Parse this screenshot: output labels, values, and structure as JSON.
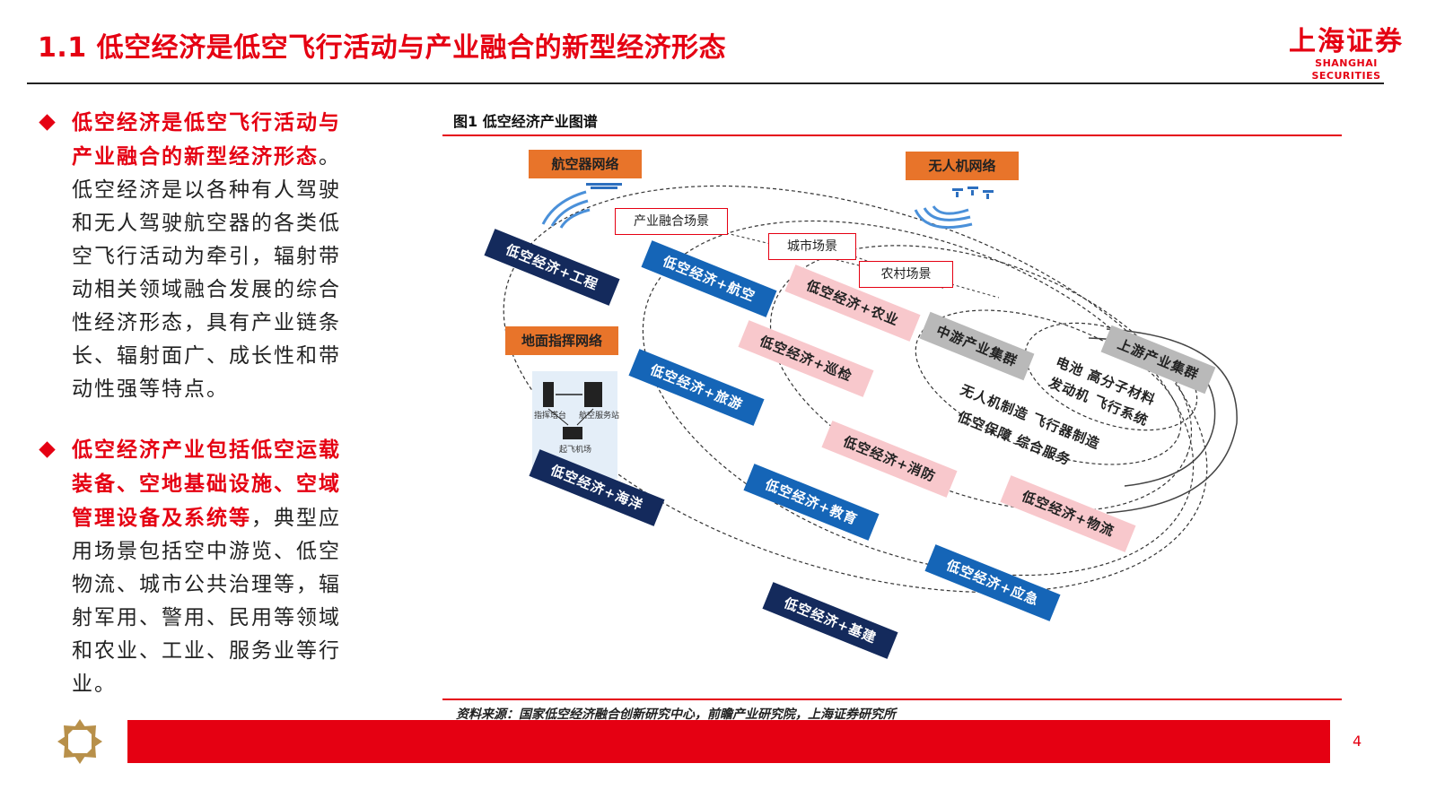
{
  "header": {
    "title": "1.1 低空经济是低空飞行活动与产业融合的新型经济形态",
    "logo_cn": "上海证券",
    "logo_en": "SHANGHAI SECURITIES"
  },
  "bullets": [
    {
      "highlight": "低空经济是低空飞行活动与产业融合的新型经济形态",
      "text": "。低空经济是以各种有人驾驶和无人驾驶航空器的各类低空飞行活动为牵引，辐射带动相关领域融合发展的综合性经济形态，具有产业链条长、辐射面广、成长性和带动性强等特点。"
    },
    {
      "highlight": "低空经济产业包括低空运载装备、空地基础设施、空域管理设备及系统等",
      "text": "，典型应用场景包括空中游览、低空物流、城市公共治理等，辐射军用、警用、民用等领域和农业、工业、服务业等行业。"
    }
  ],
  "figure": {
    "title": "图1  低空经济产业图谱",
    "networks": {
      "aircraft": "航空器网络",
      "drone": "无人机网络",
      "ground": "地面指挥网络"
    },
    "ground_labels": {
      "command": "指挥塔台",
      "service": "航空服务站",
      "airport": "起飞机场"
    },
    "scenes": {
      "industry": "产业融合场景",
      "city": "城市场景",
      "rural": "农村场景"
    },
    "bands": [
      "低空经济+工程",
      "低空经济+航空",
      "低空经济+农业",
      "低空经济+巡检",
      "低空经济+旅游",
      "低空经济+消防",
      "低空经济+海洋",
      "低空经济+教育",
      "低空经济+物流",
      "低空经济+应急",
      "低空经济+基建"
    ],
    "clusters": {
      "midstream": "中游产业集群",
      "upstream": "上游产业集群"
    },
    "upstream_items": {
      "line1": "电池  高分子材料",
      "line2": "发动机  飞行系统"
    },
    "midstream_items": {
      "line1": "无人机制造  飞行器制造",
      "line2": "低空保障    综合服务"
    },
    "source": "资料来源：国家低空经济融合创新研究中心，前瞻产业研究院，上海证券研究所"
  },
  "footer": {
    "page_number": "4"
  },
  "colors": {
    "brand_red": "#e50012",
    "navy": "#142a5c",
    "blue": "#1565b7",
    "pink": "#f8c8cc",
    "gray": "#b9b9b9",
    "orange": "#e8742a"
  }
}
